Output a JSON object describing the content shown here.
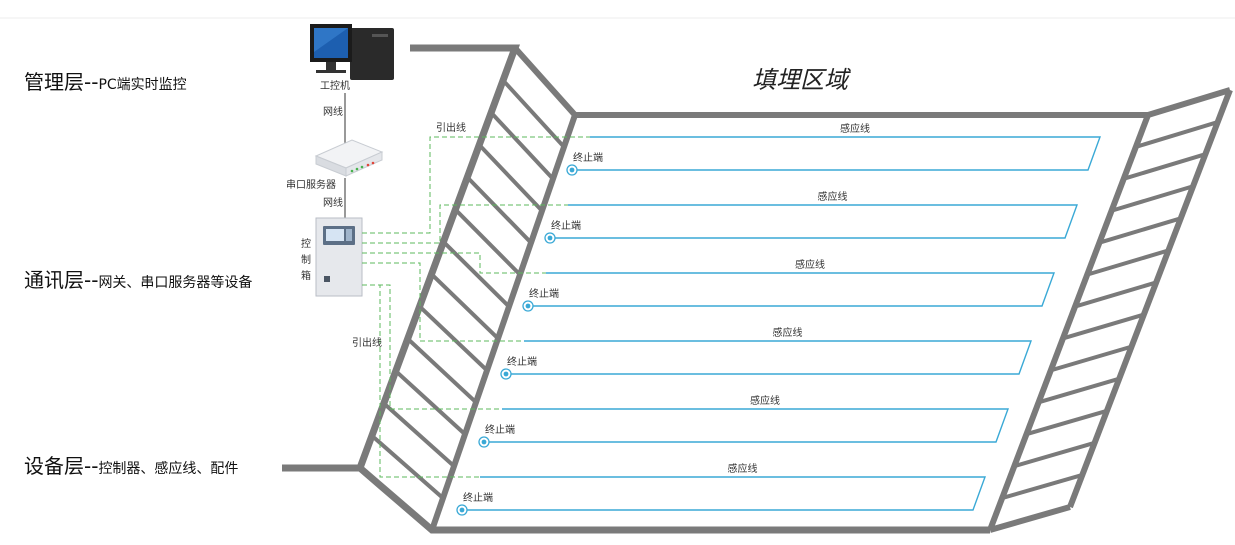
{
  "layers": {
    "management": {
      "title": "管理层--",
      "desc": "PC端实时监控"
    },
    "communication": {
      "title": "通讯层--",
      "desc": "网关、串口服务器等设备"
    },
    "device": {
      "title": "设备层--",
      "desc": "控制器、感应线、配件"
    }
  },
  "zone_title": "填埋区域",
  "devices": {
    "pc": "工控机",
    "serial_server": "串口服务器",
    "controller": [
      "控",
      "制",
      "箱"
    ]
  },
  "links": {
    "network_1": "网线",
    "network_2": "网线",
    "lead_top": "引出线",
    "lead_bottom": "引出线"
  },
  "sensing_label": "感应线",
  "terminal_label": "终止端",
  "loop_count": 6,
  "colors": {
    "sensing_line": "#3aa9d6",
    "lead_line": "#5cb85c",
    "wall": "#7a7a7a",
    "monitor_screen": "#1d5fb0"
  }
}
